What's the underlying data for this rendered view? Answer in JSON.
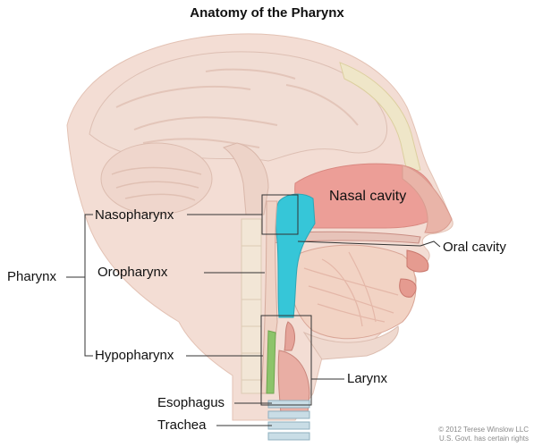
{
  "title": "Anatomy of the Pharynx",
  "labels": {
    "nasal_cavity": "Nasal cavity",
    "oral_cavity": "Oral cavity",
    "nasopharynx": "Nasopharynx",
    "oropharynx": "Oropharynx",
    "hypopharynx": "Hypopharynx",
    "pharynx": "Pharynx",
    "larynx": "Larynx",
    "esophagus": "Esophagus",
    "trachea": "Trachea"
  },
  "credit": {
    "line1": "© 2012 Terese Winslow LLC",
    "line2": "U.S. Govt. has certain rights"
  },
  "colors": {
    "skin": "#f3ddd4",
    "skin_shadow": "#e9c3b5",
    "brain": "#f1ddd4",
    "bone": "#efe6c8",
    "tissue": "#e6a79d",
    "tissue_dark": "#cf7f77",
    "cavity_pink": "#ec9e97",
    "pharynx_blue": "#36c6d8",
    "esophagus_green": "#8cc46a",
    "cartilage": "#c9dde6",
    "line": "#333333"
  }
}
